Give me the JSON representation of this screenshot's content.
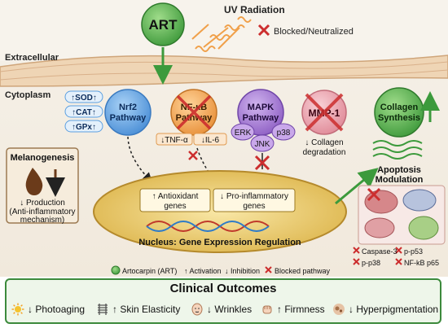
{
  "art_label": "ART",
  "uv": {
    "title": "UV Radiation",
    "blocked": "Blocked/Neutralized"
  },
  "regions": {
    "extracellular": "Extracellular",
    "cytoplasm": "Cytoplasm"
  },
  "nrf2": {
    "line1": "Nrf2",
    "line2": "Pathway",
    "enzymes": [
      "↑SOD↑",
      "↑CAT↑",
      "↑GPx↑"
    ]
  },
  "nfkb": {
    "line1": "NF-κB",
    "line2": "Pathway",
    "tnf": "↓TNF-α",
    "il6": "↓IL-6"
  },
  "mapk": {
    "line1": "MAPK",
    "line2": "Pathway",
    "erk": "ERK",
    "jnk": "JNK",
    "p38": "p38"
  },
  "mmp": {
    "label": "MMP-1",
    "line1": "↓ Collagen",
    "line2": "degradation"
  },
  "collagen": {
    "line1": "Collagen",
    "line2": "Synthesis"
  },
  "melanogenesis": {
    "title": "Melanogenesis",
    "line1": "↓ Production",
    "line2": "(Anti-inflammatory",
    "line3": "mechanism)"
  },
  "nucleus": {
    "antioxidant1": "↑ Antioxidant",
    "antioxidant2": "genes",
    "proinfl1": "↓ Pro-inflammatory",
    "proinfl2": "genes",
    "title": "Nucleus: Gene Expression Regulation"
  },
  "apoptosis": {
    "line1": "Apoptosis",
    "line2": "Modulation",
    "markers": [
      "Caspase-3",
      "p-p53",
      "p-p38",
      "NF-kB p65"
    ]
  },
  "legend": {
    "art": "Artocarpin (ART)",
    "activation": "↑ Activation",
    "inhibition": "↓ Inhibition",
    "blocked": "Blocked pathway"
  },
  "outcomes": {
    "title": "Clinical Outcomes",
    "items": [
      "↓ Photoaging",
      "↑ Skin Elasticity",
      "↓ Wrinkles",
      "↑ Firmness",
      "↓ Hyperpigmentation"
    ]
  },
  "colors": {
    "green": "#3c9a3c",
    "blue": "#5b9fe0",
    "orange": "#f0a04a",
    "purple": "#9a6cc8",
    "pink": "#e79aa8",
    "red": "#cc2e2e",
    "nucleus": "#e6c45a"
  }
}
